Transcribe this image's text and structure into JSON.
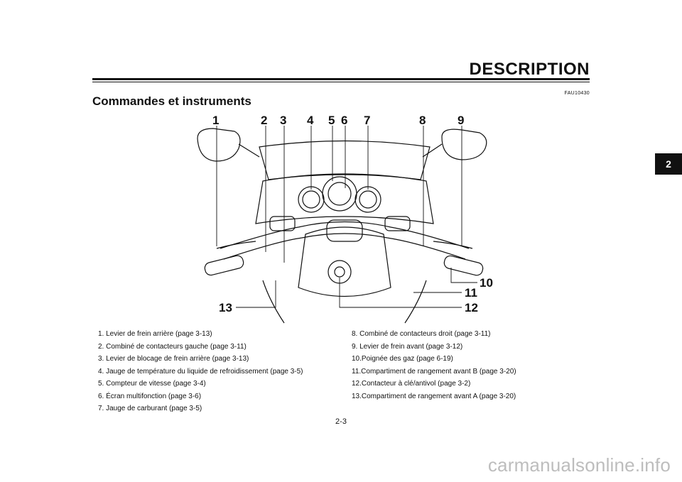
{
  "header": {
    "title": "DESCRIPTION",
    "ref_code": "FAU10430"
  },
  "section": {
    "title": "Commandes et instruments"
  },
  "chapter_tab": "2",
  "figure": {
    "callouts": [
      "1",
      "2",
      "3",
      "4",
      "5",
      "6",
      "7",
      "8",
      "9",
      "10",
      "11",
      "12",
      "13"
    ]
  },
  "legend_left": [
    "1.  Levier de frein arrière (page 3-13)",
    "2.  Combiné de contacteurs gauche (page 3-11)",
    "3.  Levier de blocage de frein arrière (page 3-13)",
    "4.  Jauge de température du liquide de refroidissement (page 3-5)",
    "5.  Compteur de vitesse (page 3-4)",
    "6.  Écran multifonction (page 3-6)",
    "7.  Jauge de carburant (page 3-5)"
  ],
  "legend_right": [
    "8.  Combiné de contacteurs droit (page 3-11)",
    "9.  Levier de frein avant (page 3-12)",
    "10.Poignée des gaz (page 6-19)",
    "11.Compartiment de rangement avant B (page 3-20)",
    "12.Contacteur à clé/antivol (page 3-2)",
    "13.Compartiment de rangement avant A (page 3-20)"
  ],
  "page_number": "2-3",
  "watermark": "carmanualsonline.info"
}
